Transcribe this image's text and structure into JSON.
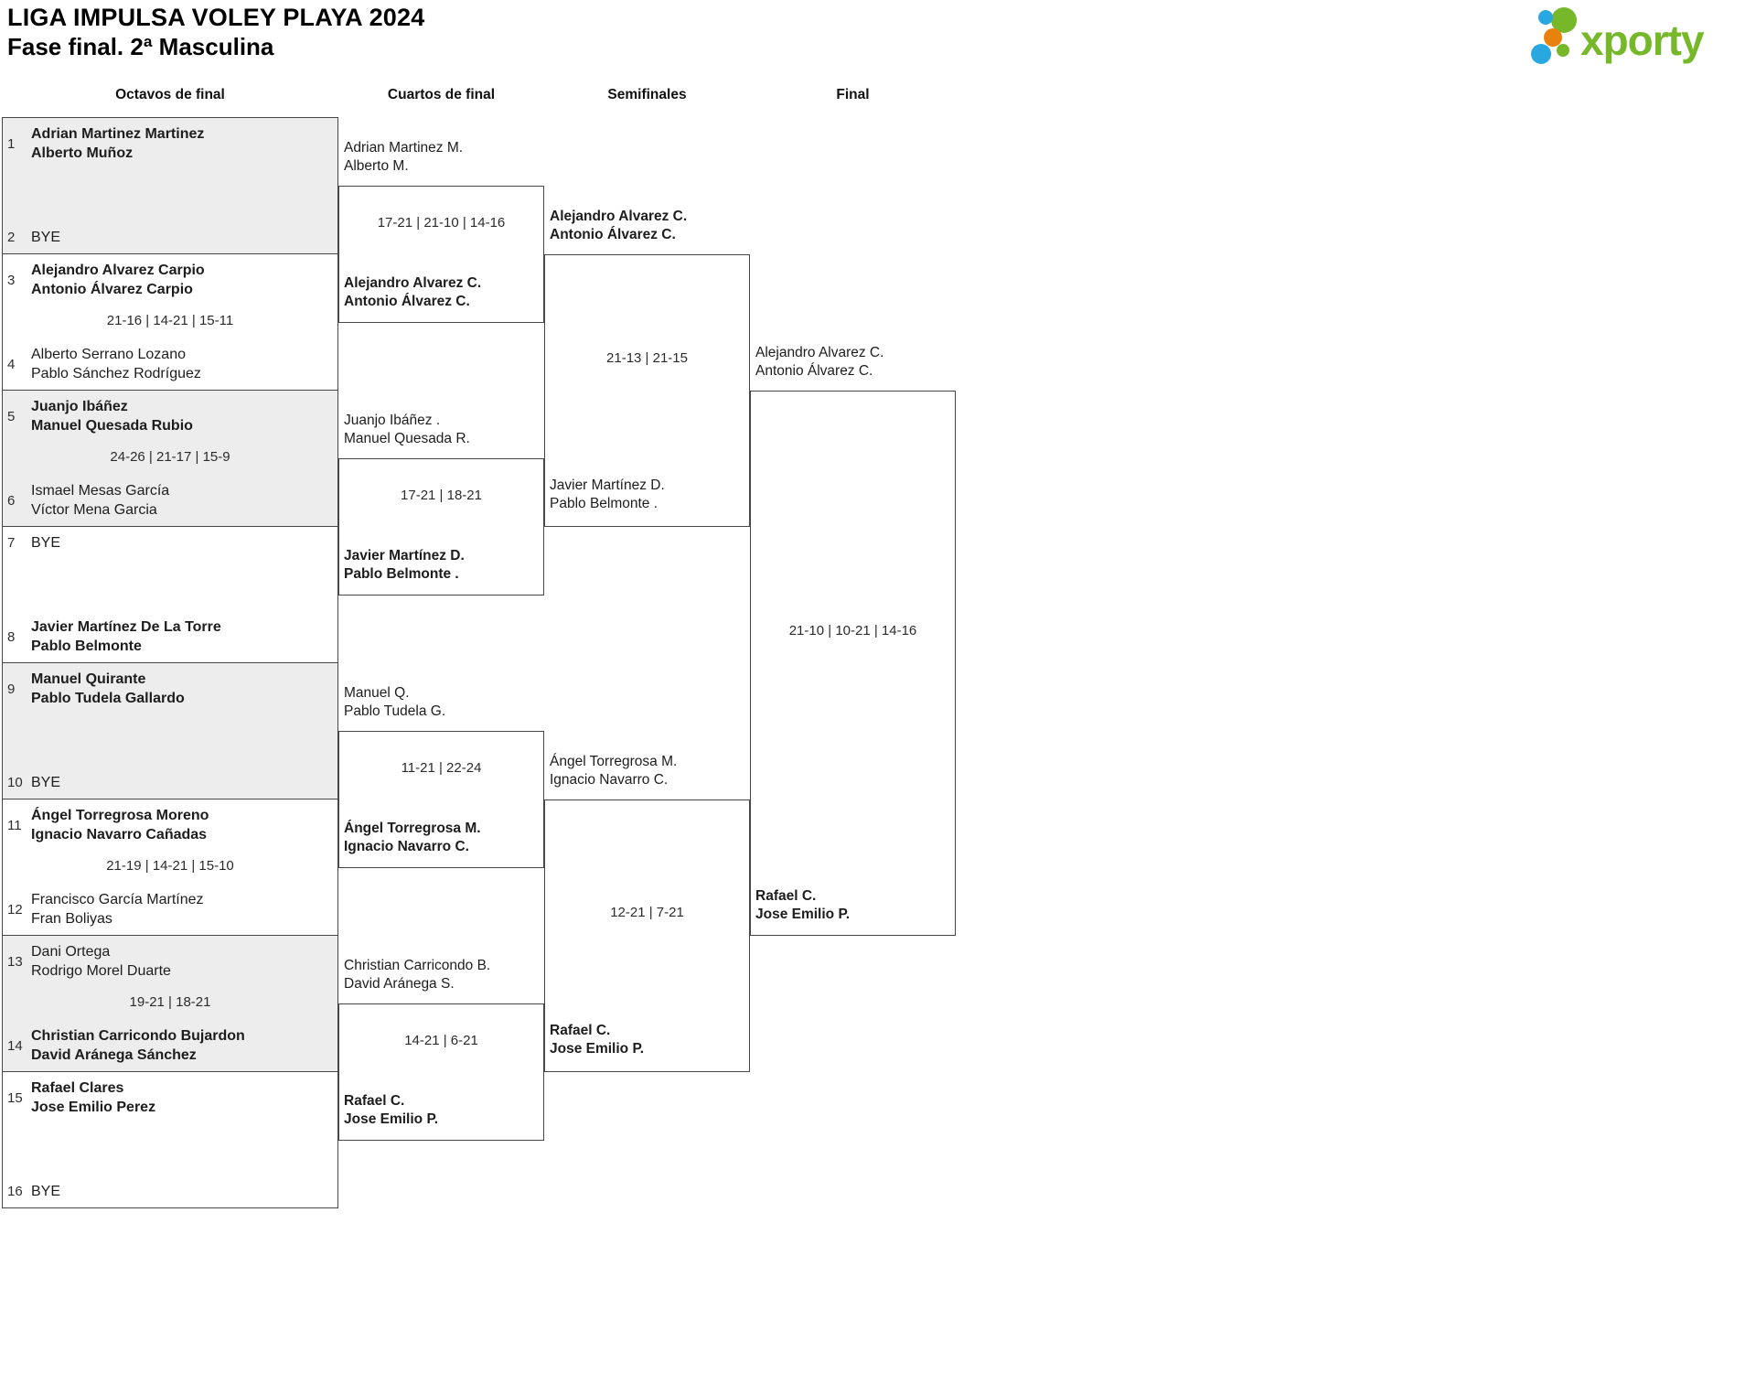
{
  "header": {
    "title": "LIGA IMPULSA VOLEY PLAYA 2024",
    "subtitle": "Fase final. 2ª Masculina",
    "logo_text": "xporty",
    "logo_colors": {
      "green": "#76b82a",
      "blue": "#29a8e0",
      "orange": "#e8820c"
    }
  },
  "columns": {
    "octavos": "Octavos de final",
    "cuartos": "Cuartos de final",
    "semifinales": "Semifinales",
    "final": "Final"
  },
  "octavos": [
    {
      "seed_top": "1",
      "top1": "Adrian Martinez Martinez",
      "top2": "Alberto Muñoz",
      "score": "",
      "seed_bottom": "2",
      "bot1": "BYE",
      "bot2": "",
      "winner": "top"
    },
    {
      "seed_top": "3",
      "top1": "Alejandro Alvarez Carpio",
      "top2": "Antonio Álvarez Carpio",
      "score": "21-16 | 14-21 | 15-11",
      "seed_bottom": "4",
      "bot1": "Alberto Serrano Lozano",
      "bot2": "Pablo Sánchez Rodríguez",
      "winner": "top"
    },
    {
      "seed_top": "5",
      "top1": "Juanjo Ibáñez",
      "top2": "Manuel Quesada Rubio",
      "score": "24-26 | 21-17 | 15-9",
      "seed_bottom": "6",
      "bot1": "Ismael Mesas García",
      "bot2": "Víctor Mena Garcia",
      "winner": "top"
    },
    {
      "seed_top": "7",
      "top1": "BYE",
      "top2": "",
      "score": "",
      "seed_bottom": "8",
      "bot1": "Javier Martínez De La Torre",
      "bot2": "Pablo Belmonte",
      "winner": "bottom"
    },
    {
      "seed_top": "9",
      "top1": "Manuel Quirante",
      "top2": "Pablo Tudela Gallardo",
      "score": "",
      "seed_bottom": "10",
      "bot1": "BYE",
      "bot2": "",
      "winner": "top"
    },
    {
      "seed_top": "11",
      "top1": "Ángel Torregrosa Moreno",
      "top2": "Ignacio Navarro Cañadas",
      "score": "21-19 | 14-21 | 15-10",
      "seed_bottom": "12",
      "bot1": "Francisco García Martínez",
      "bot2": "Fran Boliyas",
      "winner": "top"
    },
    {
      "seed_top": "13",
      "top1": "Dani Ortega",
      "top2": "Rodrigo Morel Duarte",
      "score": "19-21 | 18-21",
      "seed_bottom": "14",
      "bot1": "Christian Carricondo Bujardon",
      "bot2": "David Aránega Sánchez",
      "winner": "bottom"
    },
    {
      "seed_top": "15",
      "top1": "Rafael Clares",
      "top2": "Jose Emilio Perez",
      "score": "",
      "seed_bottom": "16",
      "bot1": "BYE",
      "bot2": "",
      "winner": "top"
    }
  ],
  "cuartos": [
    {
      "top1": "Adrian Martinez M.",
      "top2": "Alberto M.",
      "score": "17-21 | 21-10 | 14-16",
      "win1": "Alejandro Alvarez C.",
      "win2": "Antonio Álvarez C."
    },
    {
      "top1": "Juanjo Ibáñez .",
      "top2": "Manuel Quesada R.",
      "score": "17-21 | 18-21",
      "win1": "Javier Martínez D.",
      "win2": "Pablo Belmonte ."
    },
    {
      "top1": "Manuel Q.",
      "top2": "Pablo Tudela G.",
      "score": "11-21 | 22-24",
      "win1": "Ángel Torregrosa M.",
      "win2": "Ignacio Navarro C."
    },
    {
      "top1": "Christian Carricondo B.",
      "top2": "David Aránega S.",
      "score": "14-21 | 6-21",
      "win1": "Rafael C.",
      "win2": "Jose Emilio P."
    }
  ],
  "semifinales": [
    {
      "top1": "Alejandro Alvarez C.",
      "top2": "Antonio Álvarez C.",
      "score": "21-13 | 21-15",
      "bot1": "Javier Martínez D.",
      "bot2": "Pablo Belmonte .",
      "winner": "top"
    },
    {
      "top1": "Ángel Torregrosa M.",
      "top2": "Ignacio Navarro C.",
      "score": "12-21 | 7-21",
      "bot1": "Rafael C.",
      "bot2": "Jose Emilio P.",
      "winner": "bottom"
    }
  ],
  "final": {
    "top1": "Alejandro Alvarez C.",
    "top2": "Antonio Álvarez C.",
    "score": "21-10 | 10-21 | 14-16",
    "win1": "Rafael C.",
    "win2": "Jose Emilio P.",
    "winner": "bottom"
  }
}
